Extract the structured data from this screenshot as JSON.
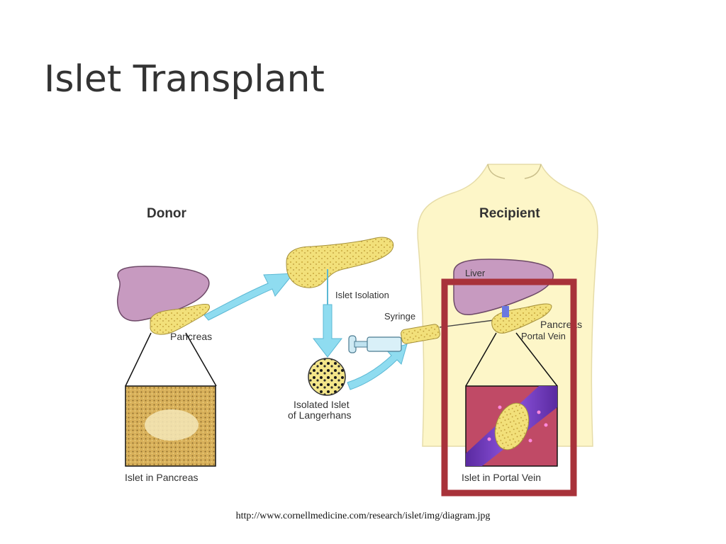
{
  "slide": {
    "title": "Islet Transplant",
    "source_url": "http://www.cornellmedicine.com/research/islet/img/diagram.jpg"
  },
  "diagram": {
    "labels": {
      "donor": "Donor",
      "recipient": "Recipient",
      "donor_pancreas": "Pancreas",
      "islet_isolation": "Islet Isolation",
      "syringe": "Syringe",
      "isolated_islet_line1": "Isolated Islet",
      "isolated_islet_line2": "of Langerhans",
      "islet_in_pancreas": "Islet in Pancreas",
      "liver": "Liver",
      "recipient_pancreas": "Pancreas",
      "portal_vein": "Portal Vein",
      "islet_in_portal_vein": "Islet in Portal Vein"
    },
    "colors": {
      "liver": "#c79ac0",
      "pancreas": "#f2e07a",
      "arrow": "#8fdcf0",
      "body": "#fdf6c8",
      "highlight": "#a8323a",
      "vein": "#7a3fc4"
    }
  }
}
